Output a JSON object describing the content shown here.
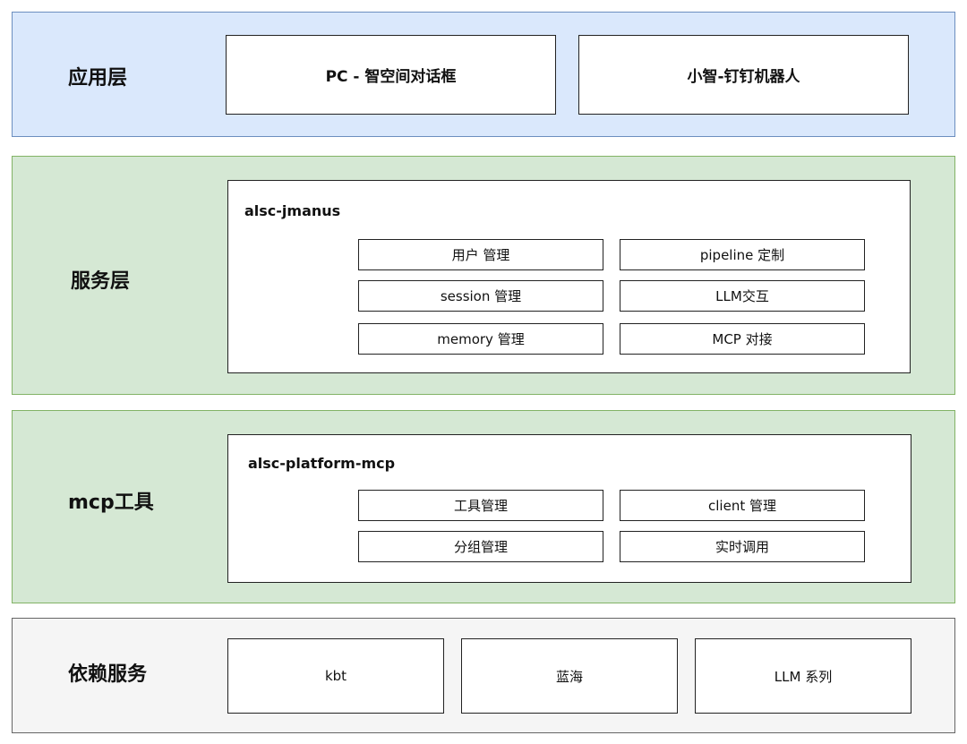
{
  "colors": {
    "app_layer_bg": "#dae8fc",
    "app_layer_border": "#6c8ebf",
    "service_layer_bg": "#d5e8d4",
    "service_layer_border": "#82b366",
    "dep_layer_bg": "#f5f5f5",
    "dep_layer_border": "#666666"
  },
  "app_layer": {
    "title": "应用层",
    "boxes": [
      "PC - 智空间对话框",
      "小智-钉钉机器人"
    ]
  },
  "service_layer": {
    "title": "服务层",
    "container_title": "alsc-jmanus",
    "modules": [
      "用户 管理",
      "pipeline 定制",
      "session 管理",
      "LLM交互",
      "memory 管理",
      "MCP 对接"
    ]
  },
  "mcp_layer": {
    "title": "mcp工具",
    "container_title": "alsc-platform-mcp",
    "modules": [
      "工具管理",
      "client 管理",
      "分组管理",
      "实时调用"
    ]
  },
  "dep_layer": {
    "title": "依赖服务",
    "boxes": [
      "kbt",
      "蓝海",
      "LLM 系列"
    ]
  }
}
